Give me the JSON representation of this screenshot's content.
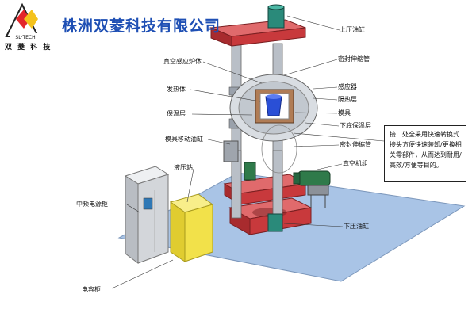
{
  "header": {
    "company_name": "株洲双菱科技有限公司",
    "logo_text": "SL·TECH",
    "logo_name": "双 菱 科 技"
  },
  "labels": {
    "upper_press_cylinder": "上压油缸",
    "seal_bellows_top": "密封伸缩管",
    "vacuum_furnace": "真空感应炉体",
    "inductor": "感应器",
    "heating_body": "发热体",
    "heat_shield": "隔热层",
    "insulation": "保温层",
    "mold": "模具",
    "lower_insulation": "下底保温层",
    "mold_move_cylinder": "模具移动油缸",
    "seal_bellows_bottom": "密封伸缩管",
    "hydraulic_station": "液压站",
    "vacuum_unit": "真空机组",
    "mf_power_cabinet": "中频电源柜",
    "lower_press_cylinder": "下压油缸",
    "capacitor_cabinet": "电容柜"
  },
  "note": {
    "text": "接口处全采用快速转换式接头方便快速装卸/更换相关零部件，从而达到耐用/高效/方便等目的。"
  },
  "colors": {
    "frame_red": "#c8393c",
    "column_gray": "#b9bfc7",
    "furnace_gray": "#d9dde2",
    "crucible_blue": "#2a4fd6",
    "hydraulic_yellow": "#f2e14a",
    "motor_green": "#2f7a4a",
    "cabinet_gray": "#d3d6da",
    "floor_blue": "#a9c4e6",
    "company_blue": "#1e4fb4"
  }
}
